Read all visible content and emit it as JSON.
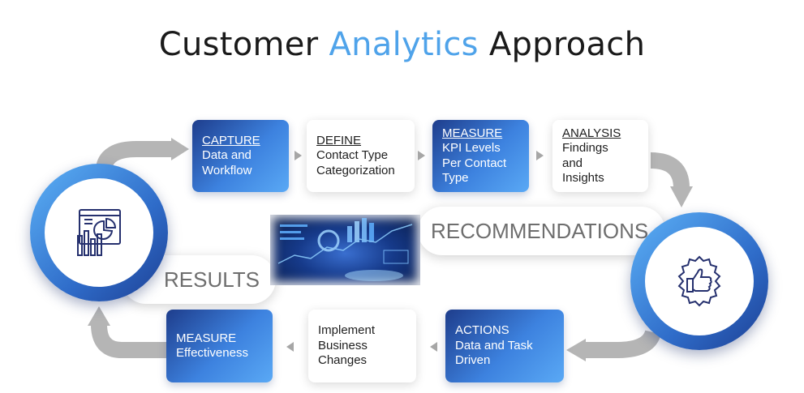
{
  "title": {
    "prefix": "Customer",
    "accent": "Analytics",
    "suffix": "Approach"
  },
  "colors": {
    "accent": "#4fa3ea",
    "box_blue_dark": "#1e3d8c",
    "box_blue_light": "#5aa9f5",
    "arrow_gray": "#b3b3b3",
    "pill_text": "#6e6e6e"
  },
  "steps": {
    "capture": {
      "head": "CAPTURE",
      "lines": [
        "Data and",
        "Workflow"
      ]
    },
    "define": {
      "head": "DEFINE",
      "lines": [
        "Contact Type",
        "Categorization"
      ]
    },
    "measure": {
      "head": "MEASURE",
      "lines": [
        "KPI Levels",
        "Per Contact",
        "Type"
      ]
    },
    "analysis": {
      "head": "ANALYSIS",
      "lines": [
        "Findings",
        "and",
        "Insights"
      ]
    },
    "actions": {
      "head": "ACTIONS",
      "lines": [
        "Data and Task",
        "Driven"
      ]
    },
    "implement": {
      "lines": [
        "Implement",
        "Business",
        "Changes"
      ]
    },
    "measure_eff": {
      "head": "MEASURE",
      "lines": [
        "Effectiveness"
      ]
    }
  },
  "pills": {
    "recommendations": "RECOMMENDATIONS",
    "results": "RESULTS"
  },
  "icons": {
    "left_circle": "analytics-dashboard-icon",
    "right_circle": "thumbs-up-badge-icon",
    "center_image": "data-hand-image"
  }
}
